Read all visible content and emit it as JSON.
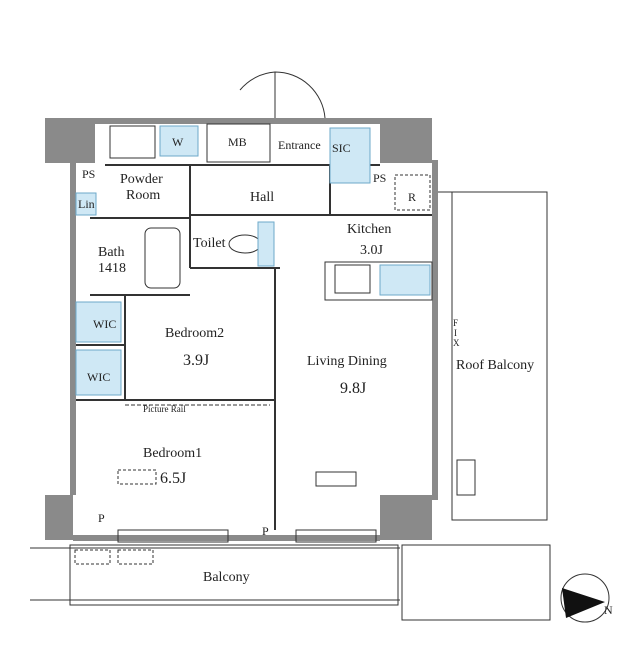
{
  "rooms": {
    "powder_room": "Powder\nRoom",
    "mb": "MB",
    "entrance": "Entrance",
    "sic": "SIC",
    "ps_left": "PS",
    "ps_right": "PS",
    "hall": "Hall",
    "lin": "Lin",
    "w": "W",
    "r": "R",
    "kitchen": "Kitchen",
    "kitchen_size": "3.0J",
    "toilet": "Toilet",
    "bath": "Bath",
    "bath_size": "1418",
    "wic_top": "WIC",
    "wic_bottom": "WIC",
    "bedroom2": "Bedroom2",
    "bedroom2_size": "3.9J",
    "living_dining": "Living Dining",
    "living_dining_size": "9.8J",
    "picture_rail": "Picture Rail",
    "bedroom1": "Bedroom1",
    "bedroom1_size": "6.5J",
    "p_left": "P",
    "p_bottom": "P",
    "fix": "FIX",
    "roof_balcony": "Roof Balcony",
    "balcony": "Balcony",
    "north": "N"
  },
  "colors": {
    "wall": "#8a8a8a",
    "line": "#333333",
    "water": "#cfe8f5"
  }
}
